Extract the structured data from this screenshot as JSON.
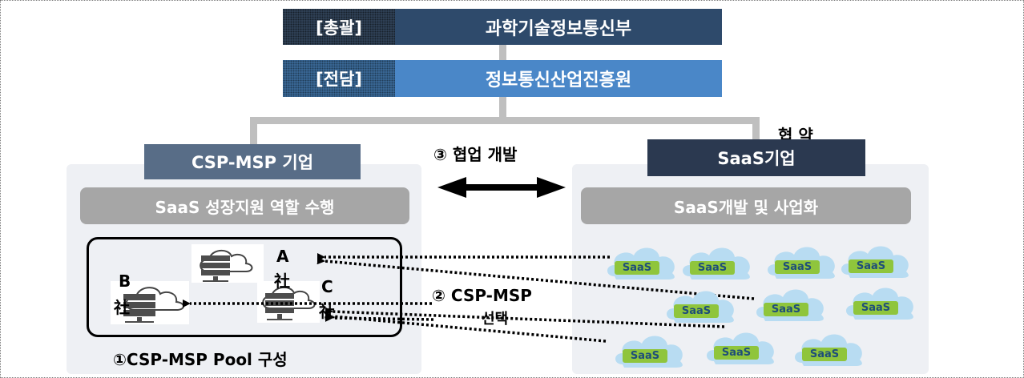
{
  "org": {
    "general": {
      "tag": "[총괄]",
      "name": "과학기술정보통신부"
    },
    "dedicated": {
      "tag": "[전담]",
      "name": "정보통신산업진흥원"
    }
  },
  "agreement_label": "협 약",
  "csp": {
    "header": "CSP-MSP 기업",
    "role": "SaaS 성장지원 역할 수행",
    "pool_label": "①CSP-MSP Pool 구성",
    "companies": {
      "a": "A",
      "a_suffix": "社",
      "b": "B",
      "b_suffix": "社",
      "c": "C",
      "c_suffix": "社"
    }
  },
  "saas": {
    "header": "SaaS기업",
    "role": "SaaS개발 및 사업화",
    "badge": "SaaS",
    "badges": [
      "SaaS",
      "SaaS",
      "SaaS",
      "SaaS",
      "SaaS",
      "SaaS",
      "SaaS",
      "SaaS",
      "SaaS",
      "SaaS"
    ]
  },
  "collab_label": "③ 협업 개발",
  "selection_label": {
    "line1": "② CSP-MSP",
    "line2": "선택"
  },
  "colors": {
    "navy": "#2e4a6b",
    "blue": "#4a87c8",
    "slate": "#586d87",
    "dark_navy": "#2b3950",
    "gray_bar": "#a6a6a6",
    "panel": "#eef0f4",
    "saas_badge": "#8fc53c"
  }
}
